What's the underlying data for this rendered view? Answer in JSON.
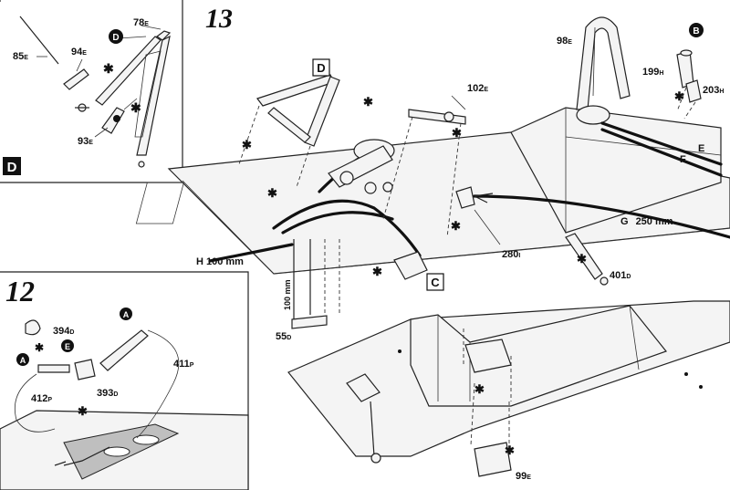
{
  "steps": {
    "step13": "13",
    "step12": "12"
  },
  "markers": {
    "A": "A",
    "B": "B",
    "C": "C",
    "D": "D",
    "E": "E"
  },
  "cables": {
    "E": "E",
    "F": "F",
    "G": "G",
    "G_length": "250 mm",
    "H": "H",
    "H_length": "100 mm",
    "vertical_length": "100 mm"
  },
  "parts": {
    "p85": {
      "num": "85",
      "suffix": "E"
    },
    "p94": {
      "num": "94",
      "suffix": "E"
    },
    "p78": {
      "num": "78",
      "suffix": "E"
    },
    "p93": {
      "num": "93",
      "suffix": "E"
    },
    "p98": {
      "num": "98",
      "suffix": "E"
    },
    "p199": {
      "num": "199",
      "suffix": "H"
    },
    "p203": {
      "num": "203",
      "suffix": "H"
    },
    "p102": {
      "num": "102",
      "suffix": "E"
    },
    "p280": {
      "num": "280",
      "suffix": "I"
    },
    "p401": {
      "num": "401",
      "suffix": "D"
    },
    "p55": {
      "num": "55",
      "suffix": "D"
    },
    "p394": {
      "num": "394",
      "suffix": "D"
    },
    "p411": {
      "num": "411",
      "suffix": "P"
    },
    "p412": {
      "num": "412",
      "suffix": "P"
    },
    "p393": {
      "num": "393",
      "suffix": "D"
    },
    "p99": {
      "num": "99",
      "suffix": "E"
    }
  },
  "glue_symbol": "✱"
}
